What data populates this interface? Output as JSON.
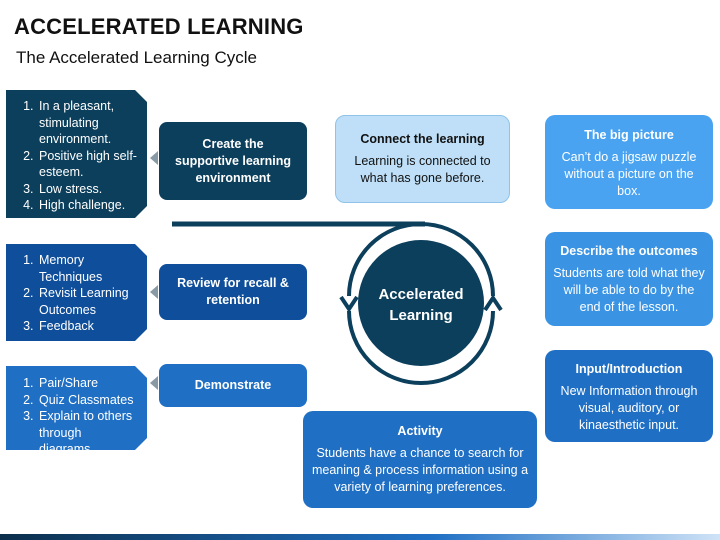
{
  "header": {
    "title": "ACCELERATED LEARNING",
    "subtitle": "The Accelerated Learning Cycle"
  },
  "left_panels": [
    {
      "items": [
        "In a pleasant, stimulating environment.",
        "Positive high self-esteem.",
        "Low stress.",
        "High challenge."
      ]
    },
    {
      "items": [
        "Memory Techniques",
        "Revisit Learning Outcomes",
        "Feedback"
      ]
    },
    {
      "items": [
        "Pair/Share",
        "Quiz Classmates",
        "Explain to others through diagrams."
      ]
    }
  ],
  "stages": {
    "create": "Create the supportive learning environment",
    "review": "Review for recall & retention",
    "demonstrate": "Demonstrate"
  },
  "center": {
    "label": "Accelerated Learning"
  },
  "boxes": {
    "connect": {
      "title": "Connect the learning",
      "text": "Learning is connected to what has gone before."
    },
    "big_picture": {
      "title": "The big picture",
      "text": "Can’t do a jigsaw puzzle without a picture on the box."
    },
    "describe": {
      "title": "Describe the outcomes",
      "text": "Students are told what they will be able to do by the end of the lesson."
    },
    "input": {
      "title": "Input/Introduction",
      "text": "New Information through visual, auditory, or kinaesthetic input."
    },
    "activity": {
      "title": "Activity",
      "text": "Students have a chance to search for meaning & process information using a variety of learning preferences."
    }
  },
  "colors": {
    "navy": "#0c3f5c",
    "dark_blue": "#0f4e9a",
    "mid_blue": "#1f6fc4",
    "light_blue": "#bedff7",
    "sky_blue": "#4aa3f0"
  }
}
